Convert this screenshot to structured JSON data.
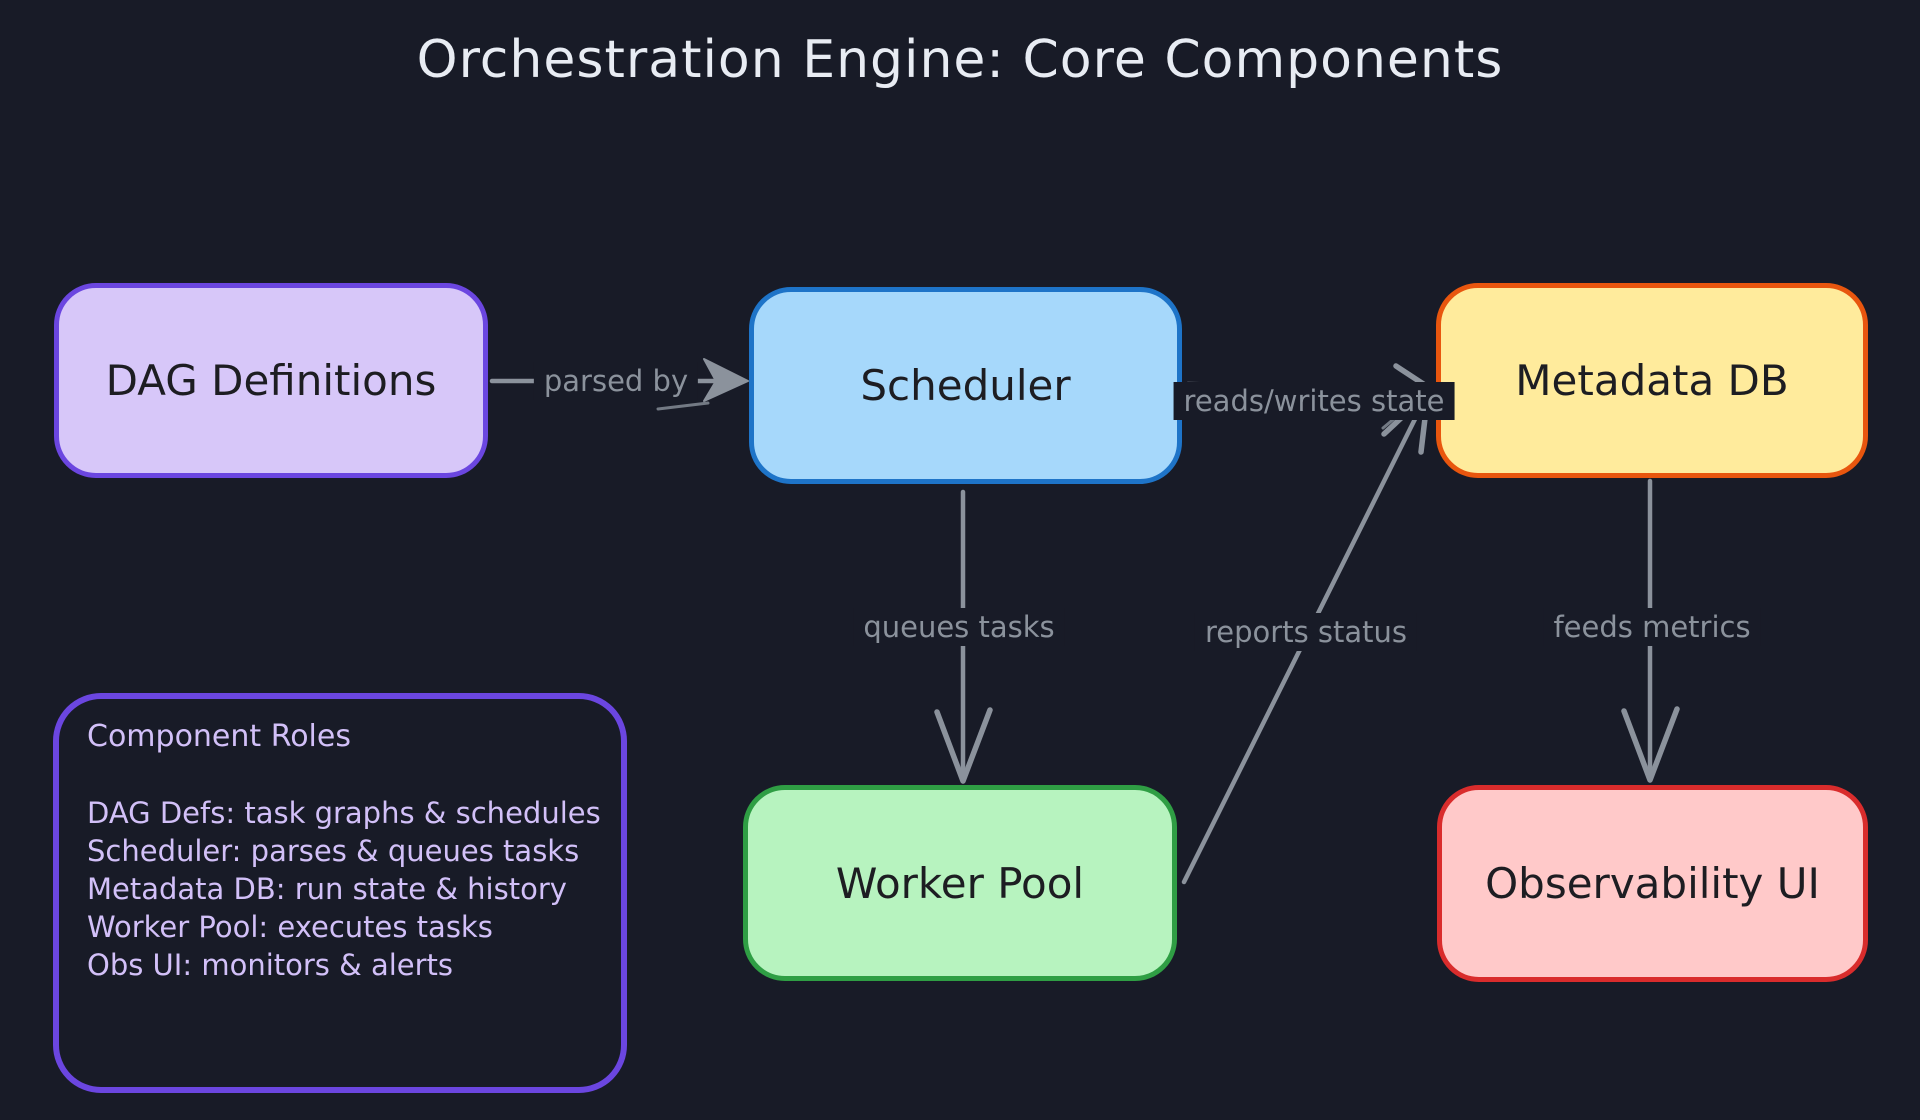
{
  "title": "Orchestration Engine: Core Components",
  "colors": {
    "background": "#181b27",
    "title_text": "#e8ecf3",
    "edge_gray": "#8b929c",
    "node_text": "#1d1d22",
    "note_border": "#6b46e0",
    "note_text": "#d2c0f8"
  },
  "nodes": [
    {
      "id": "dag",
      "label": "DAG Definitions",
      "fill": "#d7c7f9",
      "border": "#6b46e0"
    },
    {
      "id": "scheduler",
      "label": "Scheduler",
      "fill": "#a6d8fb",
      "border": "#1e74c8"
    },
    {
      "id": "metadata",
      "label": "Metadata DB",
      "fill": "#ffeb9c",
      "border": "#e8560e"
    },
    {
      "id": "worker",
      "label": "Worker Pool",
      "fill": "#b7f3bf",
      "border": "#2f9e44"
    },
    {
      "id": "obsui",
      "label": "Observability UI",
      "fill": "#ffc9c9",
      "border": "#d92c2c"
    }
  ],
  "edges": [
    {
      "id": "parsed-by",
      "label": "parsed by",
      "from": "dag",
      "to": "scheduler"
    },
    {
      "id": "reads-writes",
      "label": "reads/writes state",
      "from": "scheduler",
      "to": "metadata"
    },
    {
      "id": "queues-tasks",
      "label": "queues tasks",
      "from": "scheduler",
      "to": "worker"
    },
    {
      "id": "reports-status",
      "label": "reports status",
      "from": "worker",
      "to": "metadata"
    },
    {
      "id": "feeds-metrics",
      "label": "feeds metrics",
      "from": "metadata",
      "to": "obsui"
    }
  ],
  "note": {
    "title": "Component Roles",
    "lines": [
      "DAG Defs: task graphs & schedules",
      "Scheduler: parses & queues tasks",
      "Metadata DB: run state & history",
      "Worker Pool: executes tasks",
      "Obs UI: monitors & alerts"
    ]
  }
}
